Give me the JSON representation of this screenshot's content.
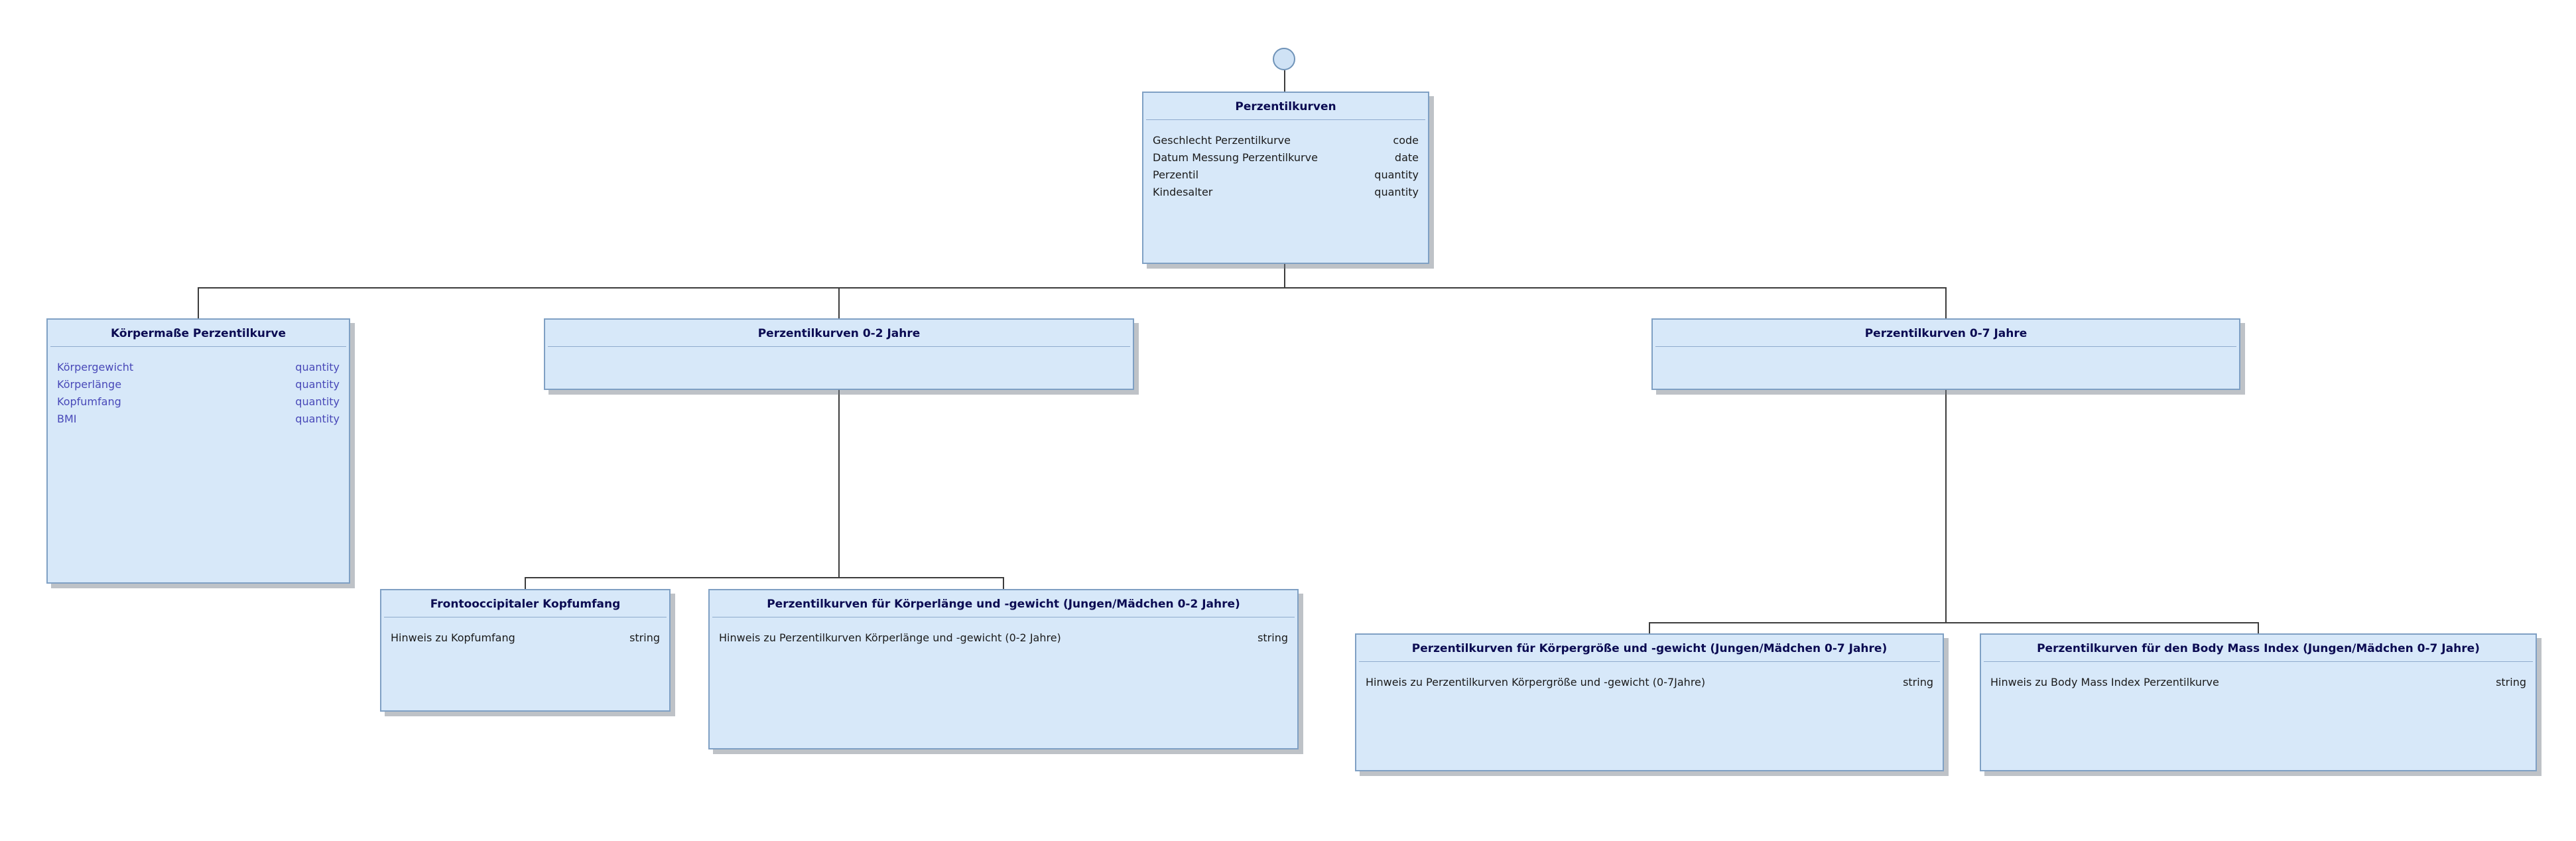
{
  "colors": {
    "box_fill": "#d7e8f9",
    "box_border": "#7fa0c4",
    "title_color": "#0b0b52",
    "attribute_color": "#1a1a1a",
    "linked_attribute_color": "#4848b8",
    "connector_color": "#3c3c3c"
  },
  "nodes": {
    "root": {
      "title": "Perzentilkurven",
      "attributes": [
        {
          "name": "Geschlecht Perzentilkurve",
          "type": "code"
        },
        {
          "name": "Datum Messung Perzentilkurve",
          "type": "date"
        },
        {
          "name": "Perzentil",
          "type": "quantity"
        },
        {
          "name": "Kindesalter",
          "type": "quantity"
        }
      ]
    },
    "koerpermasse": {
      "title": "Körpermaße Perzentilkurve",
      "attributes": [
        {
          "name": "Körpergewicht",
          "type": "quantity"
        },
        {
          "name": "Körperlänge",
          "type": "quantity"
        },
        {
          "name": "Kopfumfang",
          "type": "quantity"
        },
        {
          "name": "BMI",
          "type": "quantity"
        }
      ]
    },
    "jahre02": {
      "title": "Perzentilkurven 0-2 Jahre",
      "attributes": []
    },
    "jahre07": {
      "title": "Perzentilkurven 0-7 Jahre",
      "attributes": []
    },
    "kopfumfang": {
      "title": "Frontooccipitaler Kopfumfang",
      "attributes": [
        {
          "name": "Hinweis zu Kopfumfang",
          "type": "string"
        }
      ]
    },
    "laenge_gewicht_02": {
      "title": "Perzentilkurven für Körperlänge und -gewicht (Jungen/Mädchen 0-2 Jahre)",
      "attributes": [
        {
          "name": "Hinweis zu Perzentilkurven Körperlänge und -gewicht (0-2 Jahre)",
          "type": "string"
        }
      ]
    },
    "groesse_gewicht_07": {
      "title": "Perzentilkurven für Körpergröße und -gewicht (Jungen/Mädchen 0-7 Jahre)",
      "attributes": [
        {
          "name": "Hinweis zu Perzentilkurven Körpergröße und -gewicht (0-7Jahre)",
          "type": "string"
        }
      ]
    },
    "bmi_07": {
      "title": "Perzentilkurven für den Body Mass Index (Jungen/Mädchen 0-7 Jahre)",
      "attributes": [
        {
          "name": "Hinweis zu Body Mass Index Perzentilkurve",
          "type": "string"
        }
      ]
    }
  }
}
